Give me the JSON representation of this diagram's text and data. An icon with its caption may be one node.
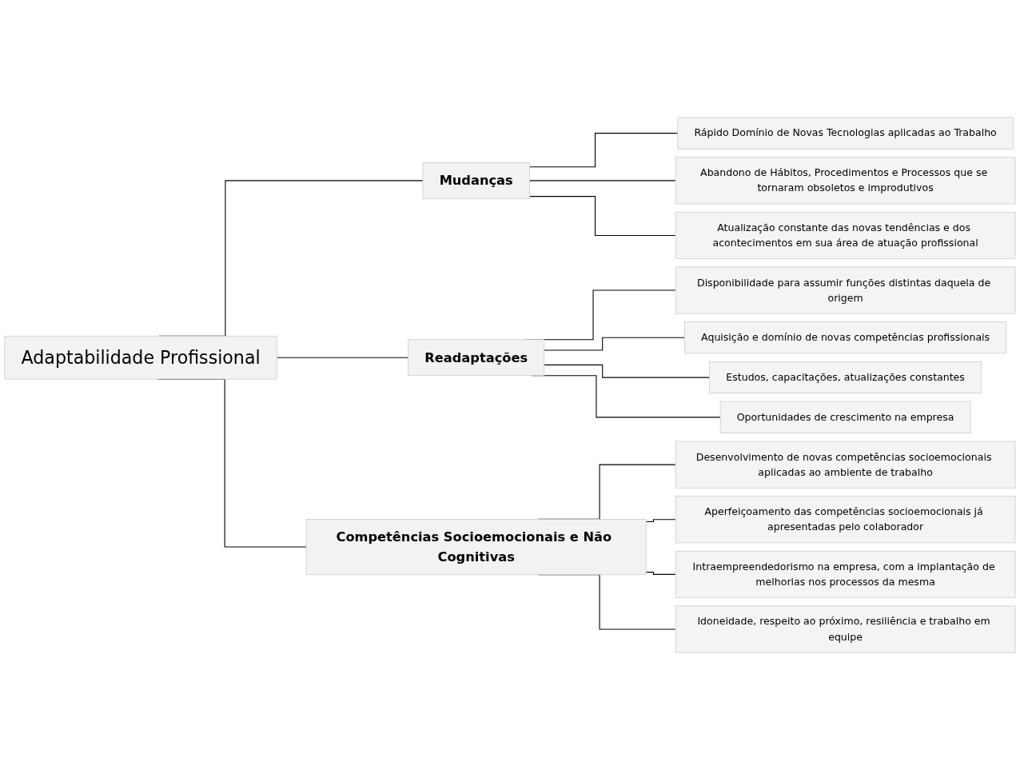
{
  "diagram": {
    "nodes": [
      {
        "text": [
          "Adaptabilidade Profissional"
        ]
      },
      {
        "text": [
          "Mudanças"
        ]
      },
      {
        "text": [
          "Rápido Domínio de Novas Tecnologias aplicadas ao Trabalho"
        ]
      },
      {
        "text": [
          "Abandono de Hábitos, Procedimentos e Processos que se tornaram obsoletos e improdutivos"
        ]
      },
      {
        "text": [
          "Atualização constante das novas tendências e dos acontecimentos em sua área de atuação profissional"
        ]
      },
      {
        "text": [
          "Readaptações"
        ]
      },
      {
        "text": [
          "Disponibilidade para assumir funções distintas daquela de origem"
        ]
      },
      {
        "text": [
          "Aquisição e domínio de novas competências profissionais"
        ]
      },
      {
        "text": [
          "Estudos, capacitações, atualizações constantes"
        ]
      },
      {
        "text": [
          "Oportunidades de crescimento na empresa"
        ]
      },
      {
        "text": [
          "Competências Socioemocionais e Não Cognitivas"
        ]
      },
      {
        "text": [
          "Desenvolvimento de novas competências socioemocionais aplicadas ao ambiente de trabalho"
        ]
      },
      {
        "text": [
          "Aperfeiçoamento das competências socioemocionais já apresentadas pelo colaborador"
        ]
      },
      {
        "text": [
          "Intraempreendedorismo na empresa, com a implantação de melhorias nos processos da mesma"
        ]
      },
      {
        "text": [
          "Idoneidade, respeito ao próximo, resiliência e trabalho em equipe"
        ]
      }
    ],
    "edges": [
      {
        "from": 0,
        "to": 1,
        "arrow": "none"
      },
      {
        "from": 0,
        "to": 5,
        "arrow": "none"
      },
      {
        "from": 0,
        "to": 10,
        "arrow": "none"
      },
      {
        "from": 1,
        "to": 2,
        "arrow": "none"
      },
      {
        "from": 1,
        "to": 3,
        "arrow": "none"
      },
      {
        "from": 1,
        "to": 4,
        "arrow": "none"
      },
      {
        "from": 5,
        "to": 6,
        "arrow": "none"
      },
      {
        "from": 5,
        "to": 7,
        "arrow": "none"
      },
      {
        "from": 5,
        "to": 8,
        "arrow": "none"
      },
      {
        "from": 5,
        "to": 9,
        "arrow": "none"
      },
      {
        "from": 10,
        "to": 11,
        "arrow": "none"
      },
      {
        "from": 10,
        "to": 12,
        "arrow": "none"
      },
      {
        "from": 10,
        "to": 13,
        "arrow": "none"
      },
      {
        "from": 10,
        "to": 14,
        "arrow": "none"
      }
    ]
  }
}
